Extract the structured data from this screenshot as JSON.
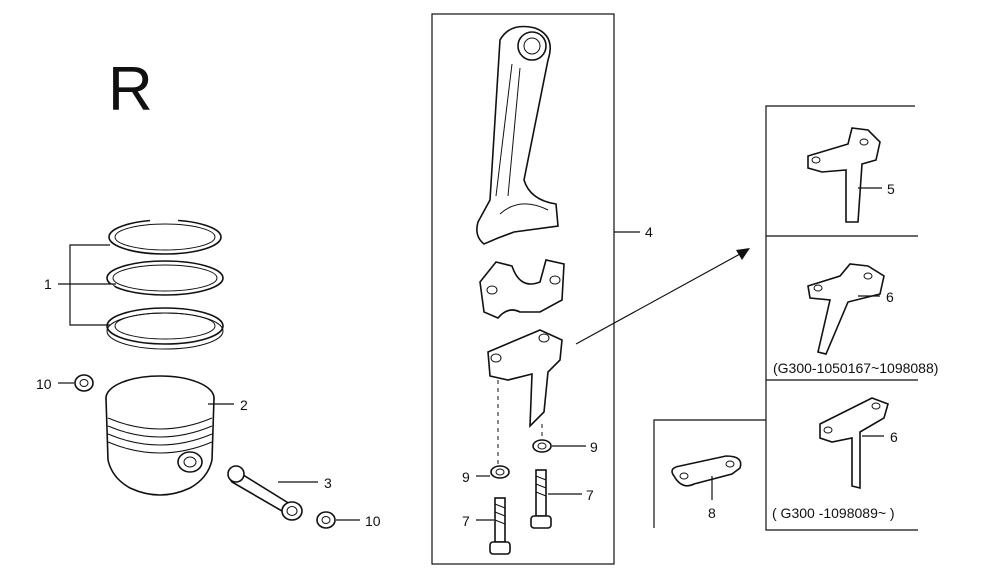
{
  "section_letter": "R",
  "labels": {
    "l1": "1",
    "l2": "2",
    "l3": "3",
    "l4": "4",
    "l5": "5",
    "l6a": "6",
    "l6b": "6",
    "l7a": "7",
    "l7b": "7",
    "l8": "8",
    "l9a": "9",
    "l9b": "9",
    "l10a": "10",
    "l10b": "10"
  },
  "serial_ranges": {
    "range_a": "(G300-1050167~1098088)",
    "range_b": "( G300 -1098089~ )"
  }
}
